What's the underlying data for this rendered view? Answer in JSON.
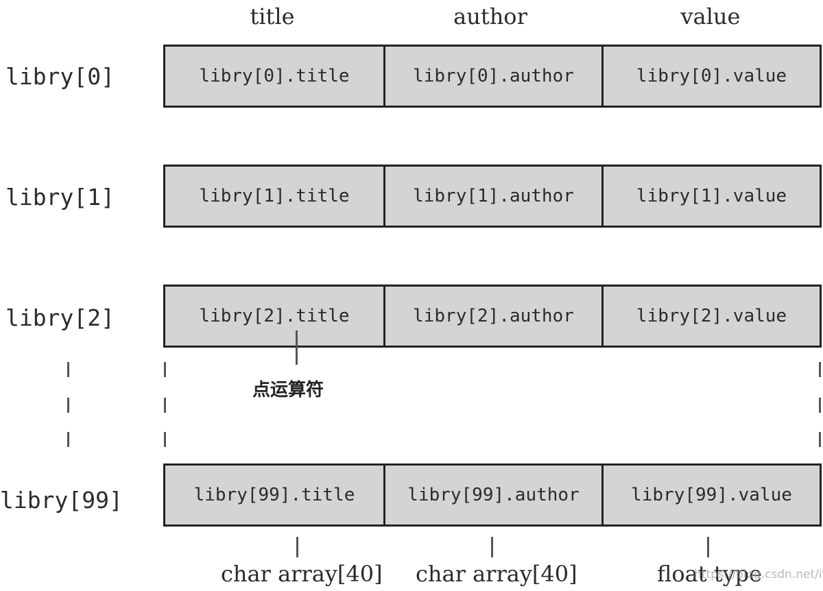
{
  "columns": [
    "title",
    "author",
    "value"
  ],
  "rows": [
    {
      "label": "libry[0]",
      "cells": [
        "libry[0].title",
        "libry[0].author",
        "libry[0].value"
      ]
    },
    {
      "label": "libry[1]",
      "cells": [
        "libry[1].title",
        "libry[1].author",
        "libry[1].value"
      ]
    },
    {
      "label": "libry[2]",
      "cells": [
        "libry[2].title",
        "libry[2].author",
        "libry[2].value"
      ]
    },
    {
      "label": "libry[99]",
      "cells": [
        "libry[99].title",
        "libry[99].author",
        "libry[99].value"
      ]
    }
  ],
  "annotation": "点运算符",
  "types": [
    "char array[40]",
    "char array[40]",
    "float type"
  ],
  "watermark": "https://blog.csdn.net/itzyjr",
  "colors": {
    "cell_fill": "#d4d4d4",
    "border": "#222222",
    "text": "#2a2a2a"
  }
}
